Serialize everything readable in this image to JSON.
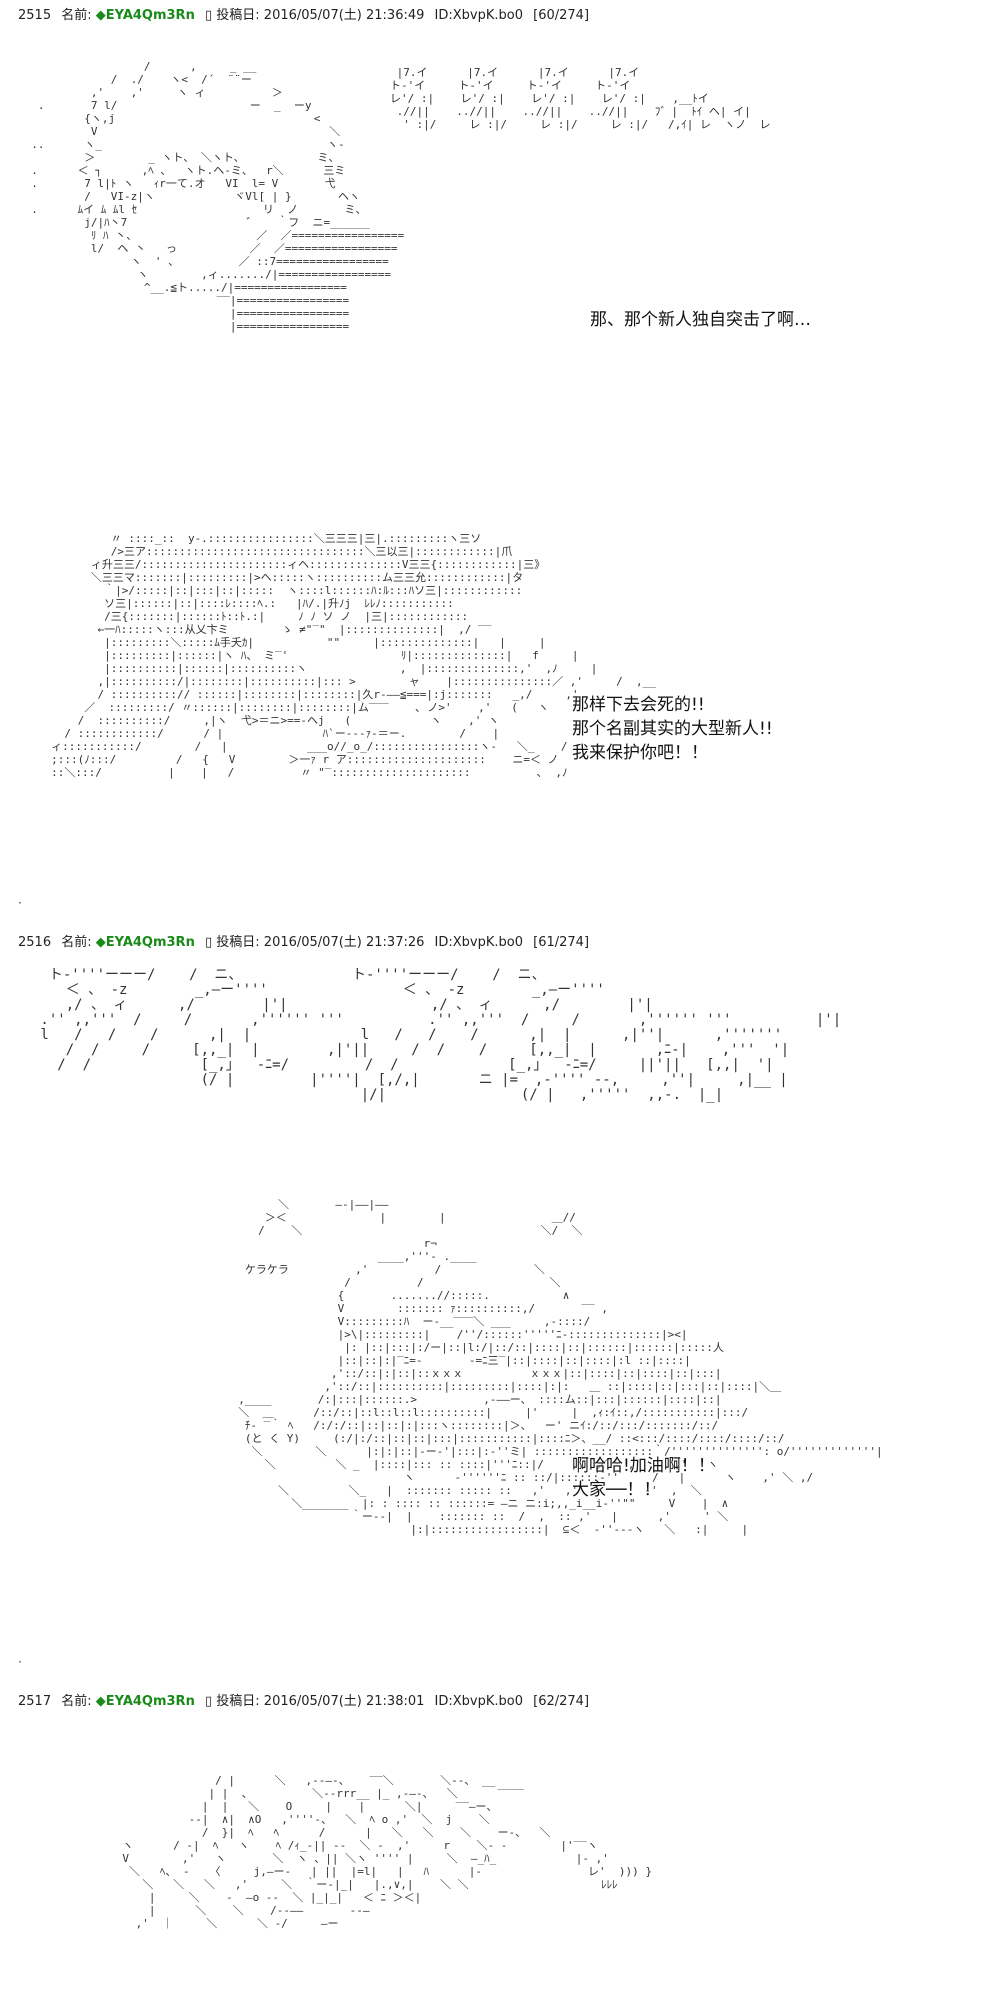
{
  "posts": [
    {
      "number": "2515",
      "name_label": "名前:",
      "name": "◆EYA4Qm3Rn",
      "mark": "▯",
      "date_label": "投稿日:",
      "date": "2016/05/07(土) 21:36:49",
      "id": "ID:XbvpK.bo0",
      "count": "[60/274]",
      "dialogs": [
        "那、那个新人独自突击了啊…",
        "那样下去会死的!!\n那个名副其实的大型新人!!\n我来保护你吧！！"
      ]
    },
    {
      "number": "2516",
      "name_label": "名前:",
      "name": "◆EYA4Qm3Rn",
      "mark": "▯",
      "date_label": "投稿日:",
      "date": "2016/05/07(土) 21:37:26",
      "id": "ID:XbvpK.bo0",
      "count": "[61/274]",
      "sfx": "ケラケラ",
      "dialogs": [
        "啊哈哈!加油啊！！\n大家──！！"
      ]
    },
    {
      "number": "2517",
      "name_label": "名前:",
      "name": "◆EYA4Qm3Rn",
      "mark": "▯",
      "date_label": "投稿日:",
      "date": "2016/05/07(土) 21:38:01",
      "id": "ID:XbvpK.bo0",
      "count": "[62/274]"
    }
  ],
  "separator": "·"
}
